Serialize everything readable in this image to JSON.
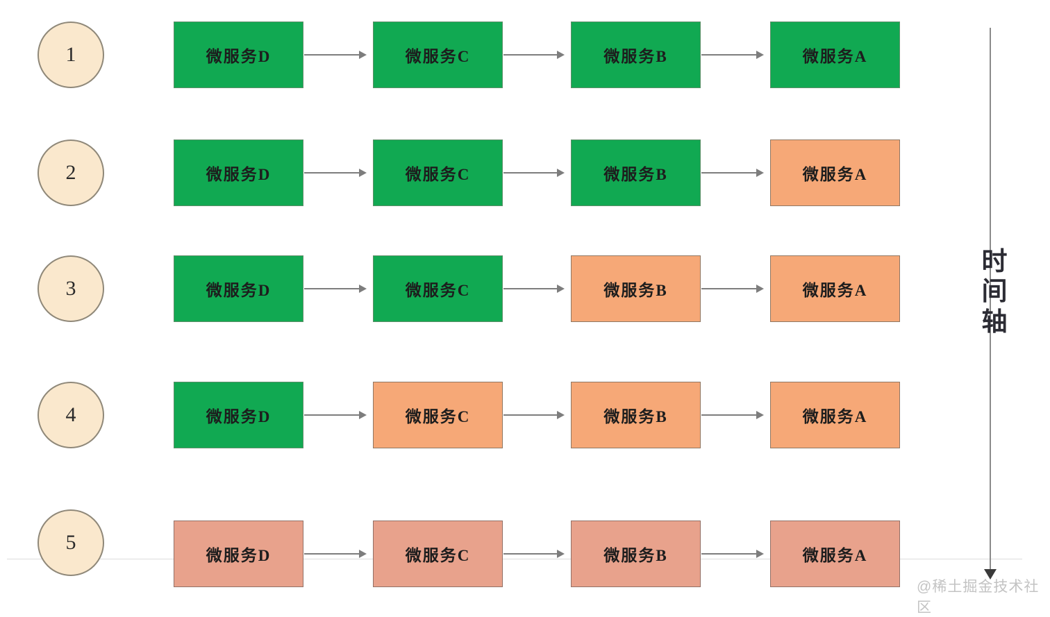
{
  "timeline": {
    "label": "时间轴"
  },
  "watermark": {
    "text": "@稀土掘金技术社区"
  },
  "colors": {
    "normal": "#11a952",
    "degraded": "#f6a877",
    "failed": "#e8a28c",
    "circle_fill": "#fae8cd",
    "arrow": "#7d7d7d",
    "axis_text": "#2c2c34",
    "watermark": "#c3c3c3"
  },
  "rows": [
    {
      "step": "1",
      "services": [
        {
          "label": "微服务D",
          "state": "normal"
        },
        {
          "label": "微服务C",
          "state": "normal"
        },
        {
          "label": "微服务B",
          "state": "normal"
        },
        {
          "label": "微服务A",
          "state": "normal"
        }
      ]
    },
    {
      "step": "2",
      "services": [
        {
          "label": "微服务D",
          "state": "normal"
        },
        {
          "label": "微服务C",
          "state": "normal"
        },
        {
          "label": "微服务B",
          "state": "normal"
        },
        {
          "label": "微服务A",
          "state": "degraded"
        }
      ]
    },
    {
      "step": "3",
      "services": [
        {
          "label": "微服务D",
          "state": "normal"
        },
        {
          "label": "微服务C",
          "state": "normal"
        },
        {
          "label": "微服务B",
          "state": "degraded"
        },
        {
          "label": "微服务A",
          "state": "degraded"
        }
      ]
    },
    {
      "step": "4",
      "services": [
        {
          "label": "微服务D",
          "state": "normal"
        },
        {
          "label": "微服务C",
          "state": "degraded"
        },
        {
          "label": "微服务B",
          "state": "degraded"
        },
        {
          "label": "微服务A",
          "state": "degraded"
        }
      ]
    },
    {
      "step": "5",
      "services": [
        {
          "label": "微服务D",
          "state": "failed"
        },
        {
          "label": "微服务C",
          "state": "failed"
        },
        {
          "label": "微服务B",
          "state": "failed"
        },
        {
          "label": "微服务A",
          "state": "failed"
        }
      ]
    }
  ]
}
